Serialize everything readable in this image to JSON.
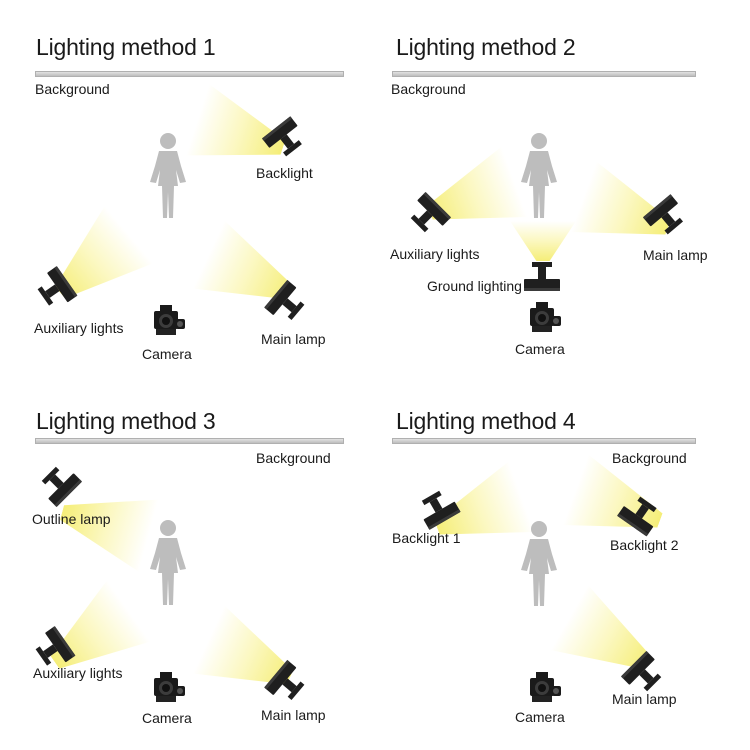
{
  "panels": [
    {
      "title": "Lighting method 1",
      "background_label": "Background",
      "labels": {
        "backlight": "Backlight",
        "auxiliary": "Auxiliary lights",
        "camera": "Camera",
        "main": "Main lamp"
      }
    },
    {
      "title": "Lighting method 2",
      "background_label": "Background",
      "labels": {
        "auxiliary": "Auxiliary lights",
        "ground": "Ground lighting",
        "main": "Main lamp",
        "camera": "Camera"
      }
    },
    {
      "title": "Lighting method 3",
      "background_label": "Background",
      "labels": {
        "outline": "Outline lamp",
        "auxiliary": "Auxiliary lights",
        "camera": "Camera",
        "main": "Main lamp"
      }
    },
    {
      "title": "Lighting method 4",
      "background_label": "Background",
      "labels": {
        "backlight1": "Backlight 1",
        "backlight2": "Backlight 2",
        "camera": "Camera",
        "main": "Main lamp"
      }
    }
  ],
  "icons": {
    "lamp": "softbox-lamp-icon",
    "person": "person-silhouette-icon",
    "camera": "camera-icon"
  },
  "colors": {
    "beam": "#f5ee78",
    "person": "#bcbcbc",
    "bar": "#cfcfcf",
    "lamp": "#1a1a1a"
  }
}
